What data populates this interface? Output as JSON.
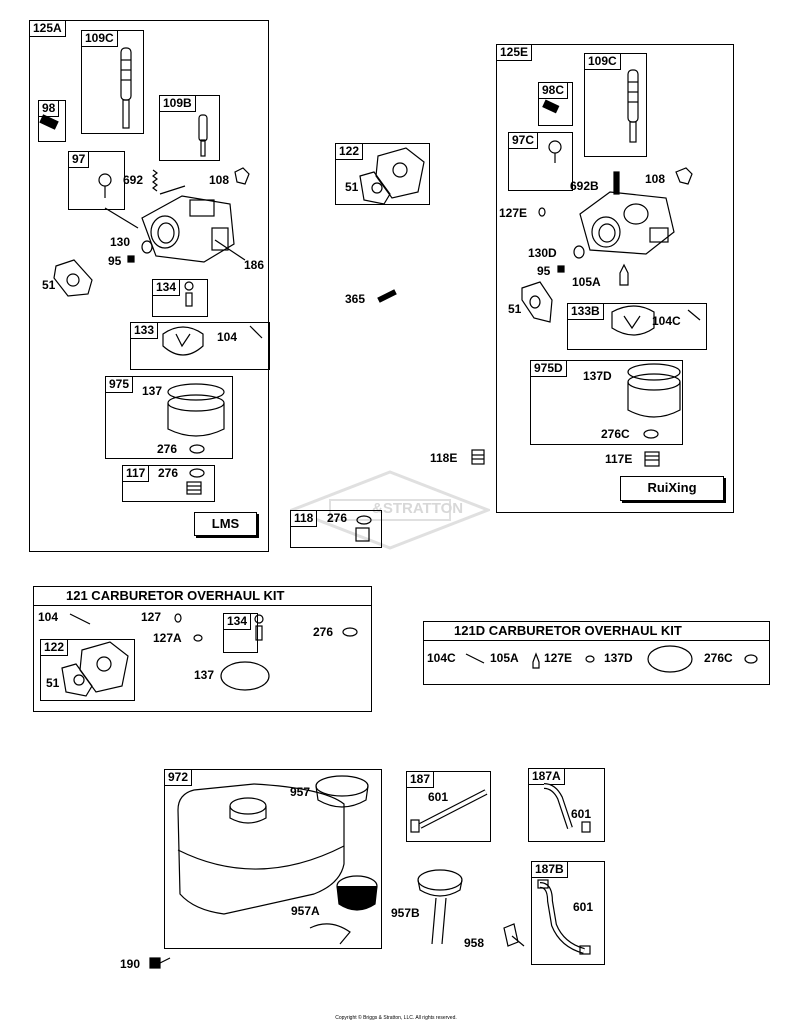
{
  "watermark": "&STRATTON",
  "copyright": "Copyright © Briggs & Stratton, LLC. All rights reserved.",
  "lms": {
    "tag": "125A",
    "name": "LMS",
    "labels": {
      "p109c": "109C",
      "p98": "98",
      "p109b": "109B",
      "p97": "97",
      "p692": "692",
      "p108": "108",
      "p130": "130",
      "p95": "95",
      "p186": "186",
      "p51": "51",
      "p134": "134",
      "p133": "133",
      "p104": "104",
      "p975": "975",
      "p137": "137",
      "p276a": "276",
      "p117": "117",
      "p276b": "276"
    }
  },
  "middle": {
    "p122": "122",
    "p51": "51",
    "p365": "365",
    "p118e": "118E",
    "p118": "118",
    "p276": "276"
  },
  "ruixing": {
    "tag": "125E",
    "name": "RuiXing",
    "labels": {
      "p109c": "109C",
      "p98c": "98C",
      "p97c": "97C",
      "p692b": "692B",
      "p108": "108",
      "p127e": "127E",
      "p130d": "130D",
      "p95": "95",
      "p105a": "105A",
      "p51": "51",
      "p133b": "133B",
      "p104c": "104C",
      "p975d": "975D",
      "p137d": "137D",
      "p276c": "276C",
      "p117e": "117E"
    }
  },
  "kit121": {
    "title": "121 CARBURETOR OVERHAUL KIT",
    "labels": {
      "p104": "104",
      "p127": "127",
      "p127a": "127A",
      "p134": "134",
      "p276": "276",
      "p122": "122",
      "p51": "51",
      "p137": "137"
    }
  },
  "kit121d": {
    "title": "121D CARBURETOR OVERHAUL KIT",
    "labels": {
      "p104c": "104C",
      "p105a": "105A",
      "p127e": "127E",
      "p137d": "137D",
      "p276c": "276C"
    }
  },
  "fuel": {
    "labels": {
      "p972": "972",
      "p957": "957",
      "p957a": "957A",
      "p957b": "957B",
      "p958": "958",
      "p190": "190",
      "p187": "187",
      "p601a": "601",
      "p187a": "187A",
      "p601b": "601",
      "p187b": "187B",
      "p601c": "601"
    }
  }
}
